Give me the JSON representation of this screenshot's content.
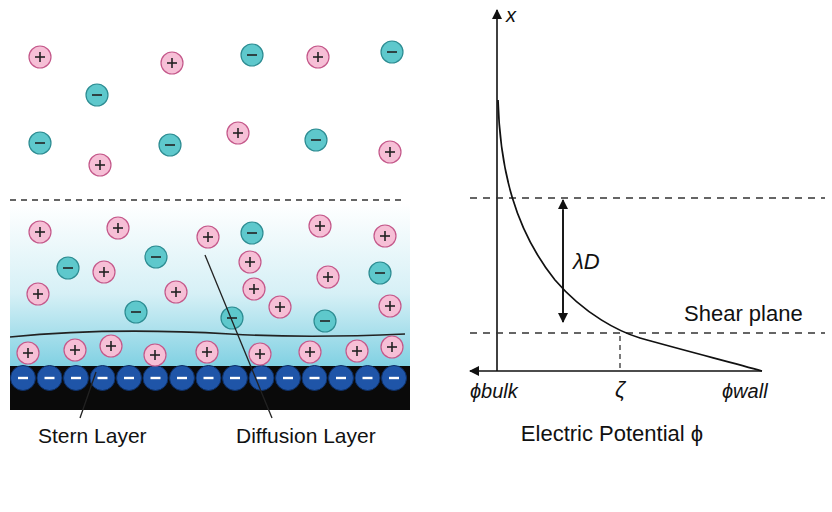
{
  "diagram": {
    "labels": [
      "x",
      "λD",
      "Shear plane",
      "ϕbulk",
      "ζ",
      "ϕwall",
      "Electric Potential ϕ",
      "Stern Layer",
      "Diffusion Layer"
    ]
  }
}
